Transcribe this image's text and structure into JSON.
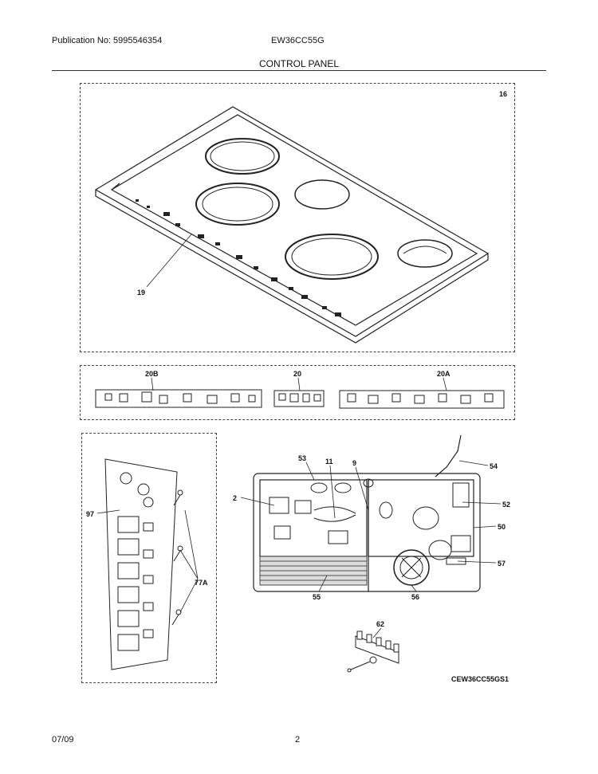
{
  "header": {
    "publication": "Publication No: 5995546354",
    "model": "EW36CC55G",
    "section_title": "CONTROL PANEL"
  },
  "callouts": {
    "p16": "16",
    "p19": "19",
    "p20B": "20B",
    "p20": "20",
    "p20A": "20A",
    "p97": "97",
    "p77A": "77A",
    "p53": "53",
    "p11": "11",
    "p9": "9",
    "p54": "54",
    "p2": "2",
    "p52": "52",
    "p50": "50",
    "p57": "57",
    "p55": "55",
    "p56": "56",
    "p62": "62"
  },
  "diagram_code": "CEW36CC55GS1",
  "footer": {
    "date": "07/09",
    "page": "2"
  }
}
